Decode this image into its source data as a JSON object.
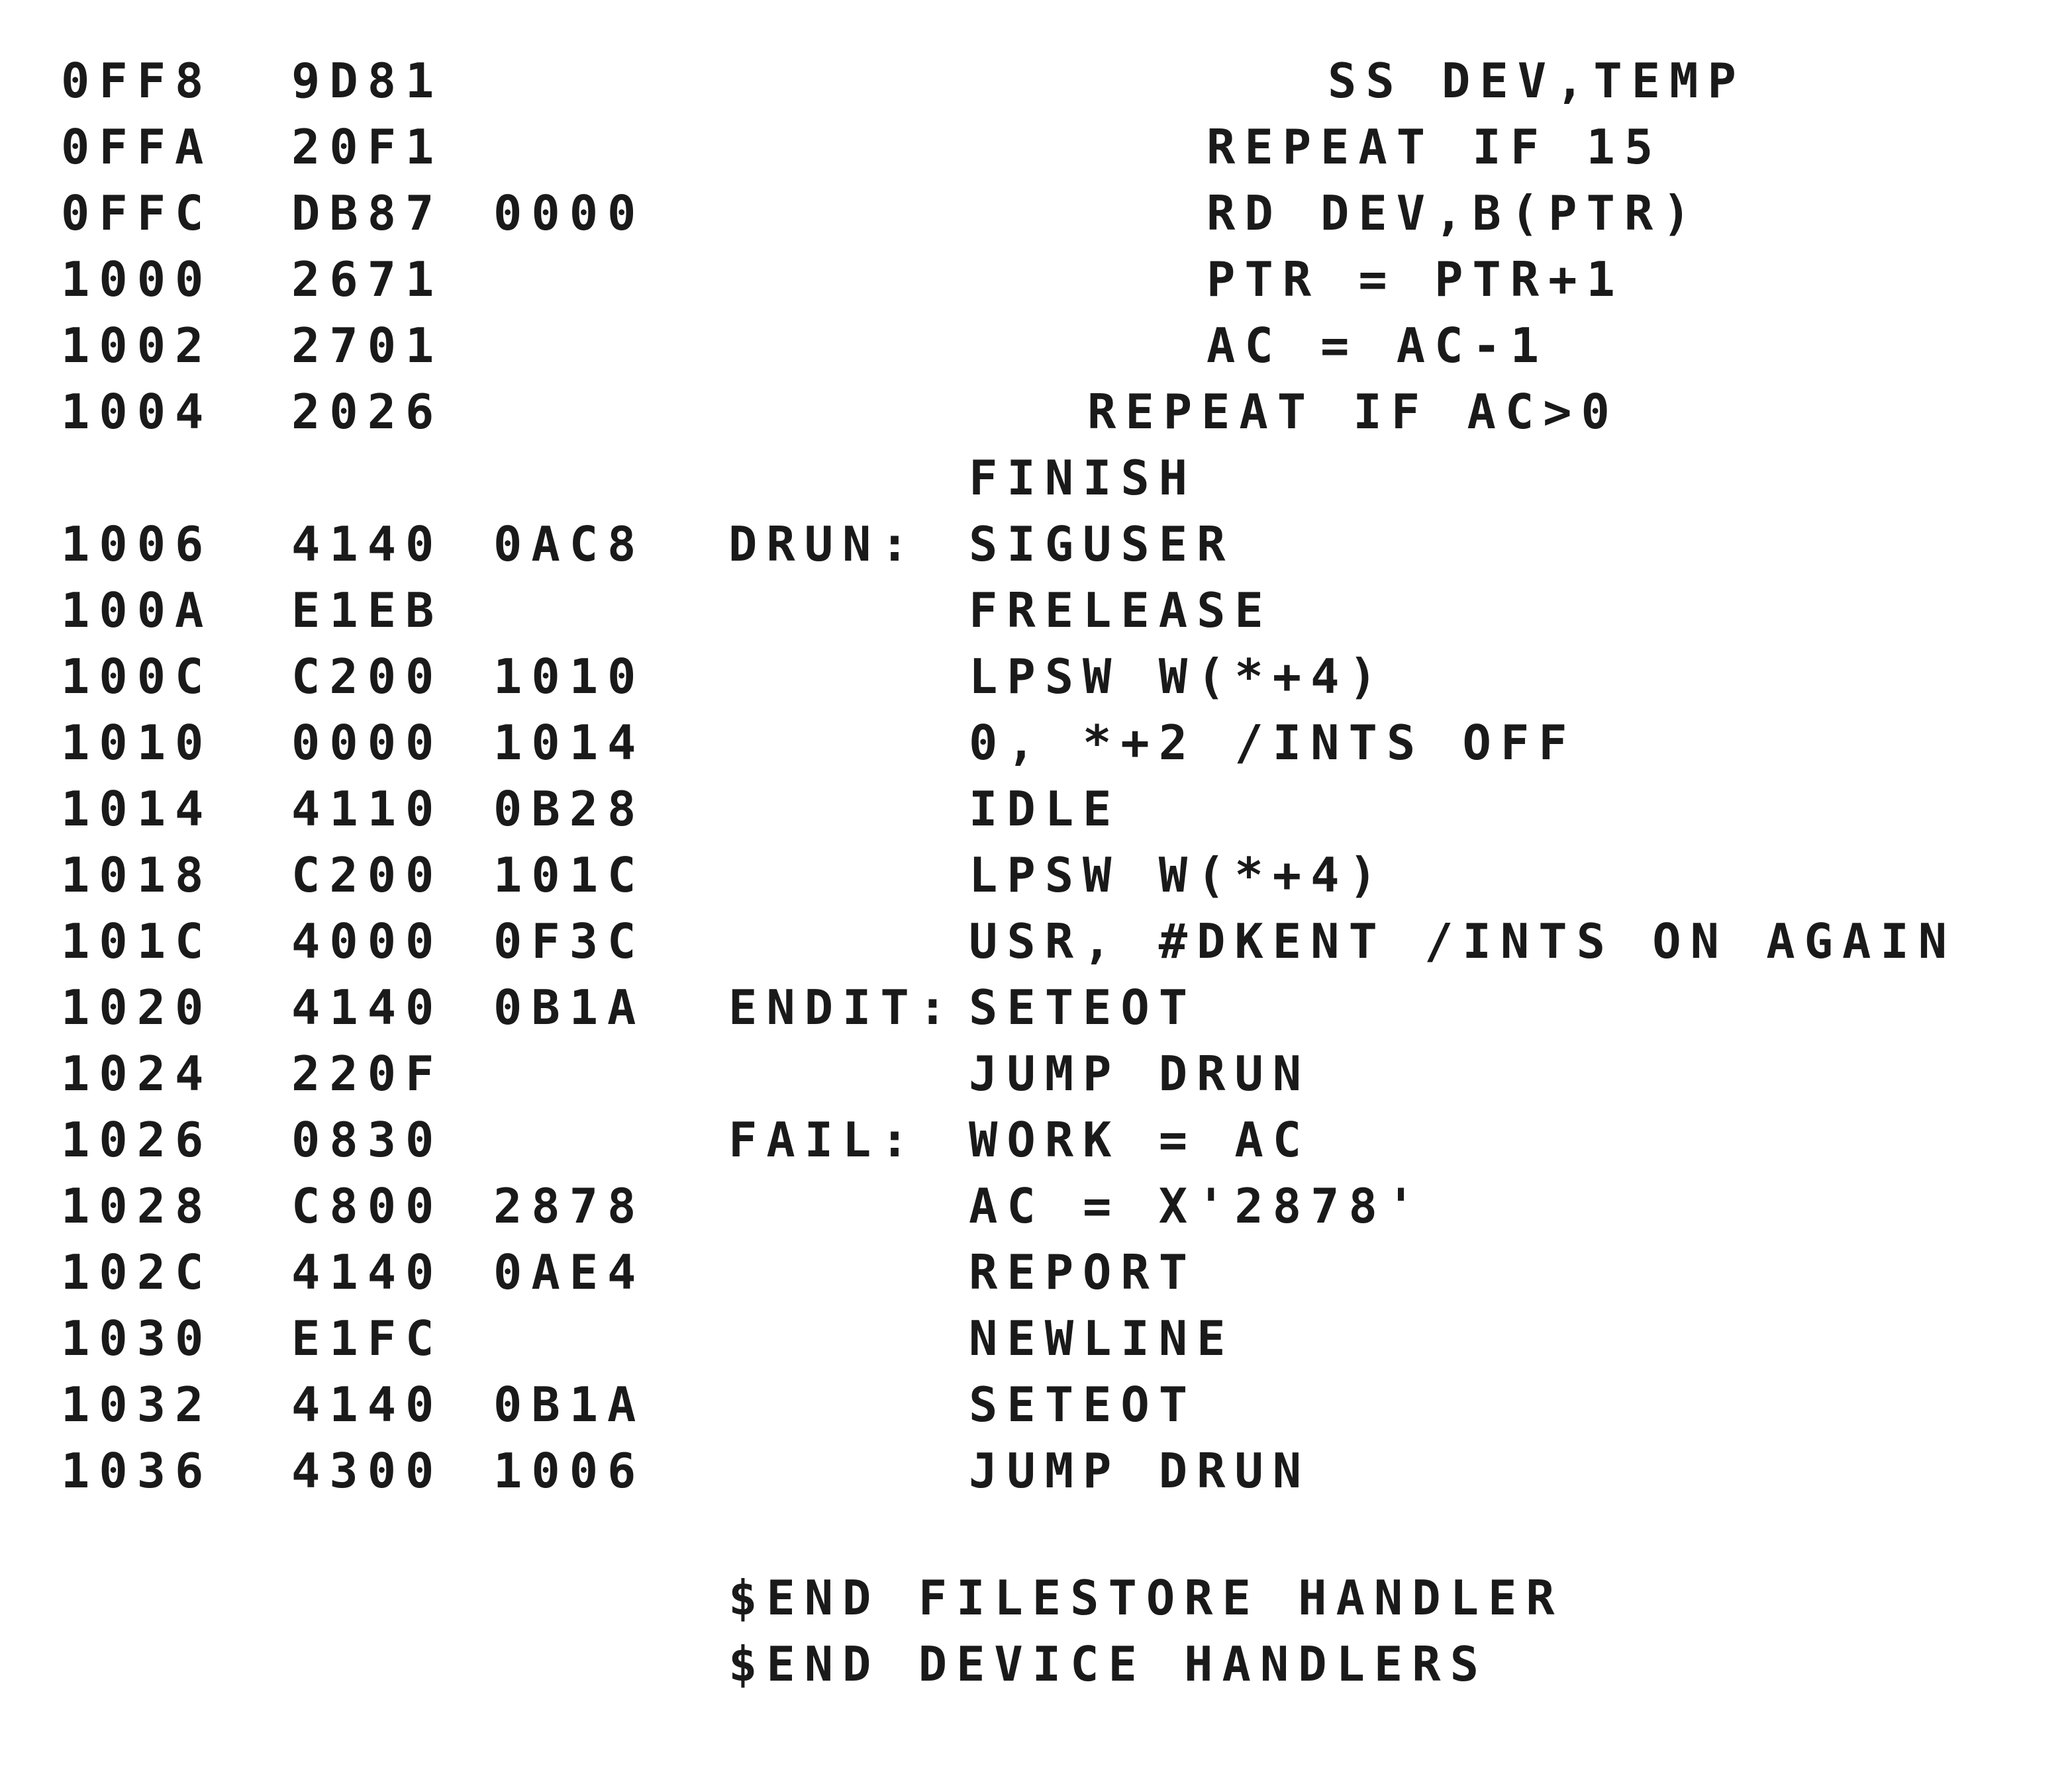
{
  "listing": {
    "rows": [
      {
        "addr": "0FF8",
        "word1": "9D81",
        "word2": "",
        "label": "",
        "code": "SS DEV,TEMP"
      },
      {
        "addr": "0FFA",
        "word1": "20F1",
        "word2": "",
        "label": "",
        "code": "REPEAT IF 15"
      },
      {
        "addr": "0FFC",
        "word1": "DB87",
        "word2": "0000",
        "label": "",
        "code": "RD DEV,B(PTR)"
      },
      {
        "addr": "1000",
        "word1": "2671",
        "word2": "",
        "label": "",
        "code": "PTR = PTR+1"
      },
      {
        "addr": "1002",
        "word1": "2701",
        "word2": "",
        "label": "",
        "code": "AC = AC-1"
      },
      {
        "addr": "1004",
        "word1": "2026",
        "word2": "",
        "label": "",
        "code": "REPEAT IF AC>0"
      },
      {
        "addr": "",
        "word1": "",
        "word2": "",
        "label": "",
        "code": "FINISH"
      },
      {
        "addr": "1006",
        "word1": "4140",
        "word2": "0AC8",
        "label": "DRUN:",
        "code": "SIGUSER"
      },
      {
        "addr": "100A",
        "word1": "E1EB",
        "word2": "",
        "label": "",
        "code": "FRELEASE"
      },
      {
        "addr": "100C",
        "word1": "C200",
        "word2": "1010",
        "label": "",
        "code": "LPSW W(*+4)"
      },
      {
        "addr": "1010",
        "word1": "0000",
        "word2": "1014",
        "label": "",
        "code": "0, *+2 /INTS OFF"
      },
      {
        "addr": "1014",
        "word1": "4110",
        "word2": "0B28",
        "label": "",
        "code": "IDLE"
      },
      {
        "addr": "1018",
        "word1": "C200",
        "word2": "101C",
        "label": "",
        "code": "LPSW W(*+4)"
      },
      {
        "addr": "101C",
        "word1": "4000",
        "word2": "0F3C",
        "label": "",
        "code": "USR, #DKENT /INTS ON AGAIN"
      },
      {
        "addr": "1020",
        "word1": "4140",
        "word2": "0B1A",
        "label": "ENDIT:",
        "code": "SETEOT"
      },
      {
        "addr": "1024",
        "word1": "220F",
        "word2": "",
        "label": "",
        "code": "JUMP DRUN"
      },
      {
        "addr": "1026",
        "word1": "0830",
        "word2": "",
        "label": "FAIL:",
        "code": "WORK = AC"
      },
      {
        "addr": "1028",
        "word1": "C800",
        "word2": "2878",
        "label": "",
        "code": "AC = X'2878'"
      },
      {
        "addr": "102C",
        "word1": "4140",
        "word2": "0AE4",
        "label": "",
        "code": "REPORT"
      },
      {
        "addr": "1030",
        "word1": "E1FC",
        "word2": "",
        "label": "",
        "code": "NEWLINE"
      },
      {
        "addr": "1032",
        "word1": "4140",
        "word2": "0B1A",
        "label": "",
        "code": "SETEOT"
      },
      {
        "addr": "1036",
        "word1": "4300",
        "word2": "1006",
        "label": "",
        "code": "JUMP DRUN"
      }
    ],
    "footer": [
      "$END FILESTORE HANDLER",
      "$END DEVICE HANDLERS"
    ]
  }
}
